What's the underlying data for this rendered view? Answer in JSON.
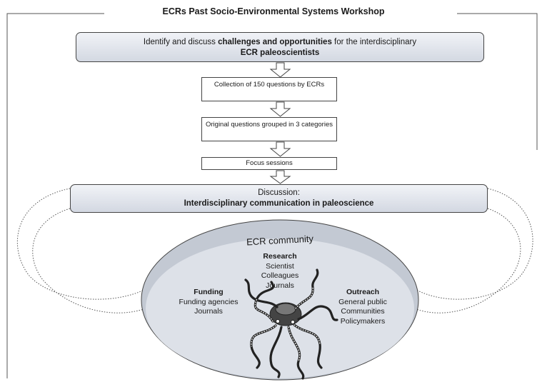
{
  "title": "ECRs Past Socio-Environmental Systems Workshop",
  "step1": {
    "prefix": "Identify and discuss ",
    "bold": "challenges and opportunities",
    "suffix": " for the interdisciplinary",
    "line2": "ECR paleoscientists"
  },
  "step2": "Collection of 150 questions by ECRs",
  "step3": "Original questions grouped in 3 categories",
  "step4": "Focus sessions",
  "step5": {
    "line1": "Discussion:",
    "line2": "Interdisciplinary communication in paleoscience"
  },
  "community": {
    "label": "ECR community",
    "research": {
      "heading": "Research",
      "items": [
        "Scientist",
        "Colleagues",
        "Journals"
      ]
    },
    "funding": {
      "heading": "Funding",
      "items": [
        "Funding agencies",
        "Journals"
      ]
    },
    "outreach": {
      "heading": "Outreach",
      "items": [
        "General public",
        "Communities",
        "Policymakers"
      ]
    }
  },
  "colors": {
    "box_fill_light": "#f1f3f7",
    "box_fill_dark": "#d3d8e2",
    "ellipse_fill": "#c3c9d3",
    "ellipse_inner": "#dde1e8",
    "line": "#444444"
  },
  "icons": [
    "octopus-illustration"
  ]
}
